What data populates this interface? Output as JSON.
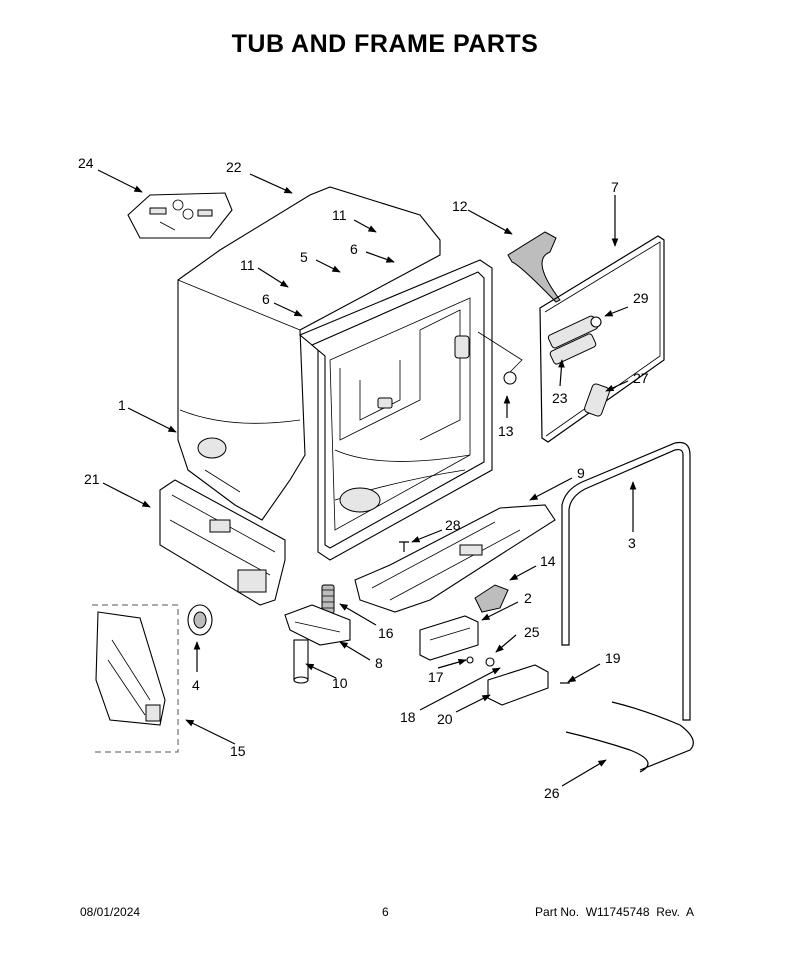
{
  "page": {
    "title": "TUB AND FRAME PARTS",
    "footer": {
      "date": "08/01/2024",
      "page_number": "6",
      "part_number": "Part No.  W11745748  Rev.  A"
    }
  },
  "callouts": [
    "1",
    "2",
    "3",
    "4",
    "5",
    "6",
    "6",
    "7",
    "8",
    "9",
    "10",
    "11",
    "11",
    "12",
    "13",
    "14",
    "15",
    "16",
    "17",
    "18",
    "19",
    "20",
    "21",
    "22",
    "23",
    "24",
    "25",
    "26",
    "27",
    "28",
    "29"
  ]
}
